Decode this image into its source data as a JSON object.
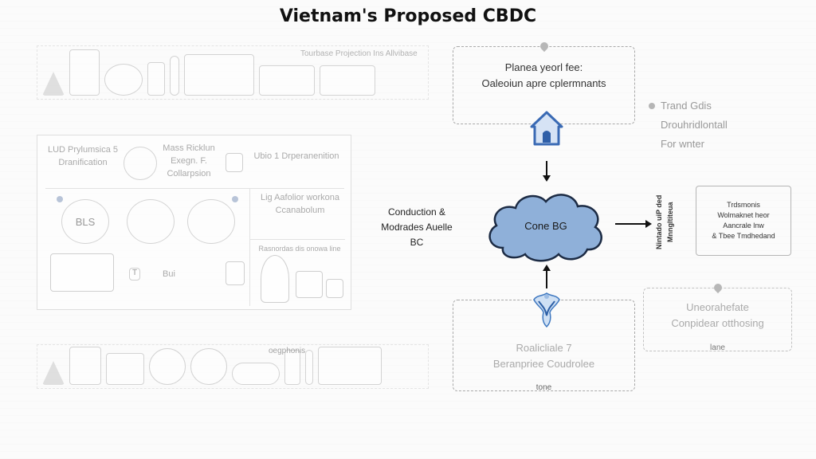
{
  "title": "Vietnam's Proposed CBDC",
  "top_strip": {
    "label": "Tourbase Projection Ins Allvibase"
  },
  "left_panel": {
    "cells": [
      "LUD Prylumsica 5 Dranification",
      "Mass Ricklun Exegn. F. Collarpsion",
      "Ubio 1 Drperanenition",
      "Lig Aafolior workona Ccanabolum",
      "Rasnordas dis onowa line"
    ],
    "ring_labels": [
      "BLS",
      "",
      ""
    ],
    "mini_labels": [
      "T",
      "Bui"
    ]
  },
  "bottom_strip": {
    "label": "oegphonis"
  },
  "diagram": {
    "top_box": {
      "line1": "Planea yeorl fee:",
      "line2": "Oaleoiun apre cplermnants"
    },
    "side_notes": [
      "Trand Gdis",
      "Drouhridlontall",
      "For wnter"
    ],
    "connector_label": {
      "line1": "Conduction &",
      "line2": "Modrades Auelle",
      "line3": "BC"
    },
    "cloud_label": "Cone BG",
    "vertical_label": {
      "line1": "Nintado uiP ded",
      "line2": "Mnngltiteua"
    },
    "right_box": {
      "lines": [
        "Trdsmonis",
        "Wolmaknet heor",
        "Aancrale lnw",
        "& Tbee Tmdhedand"
      ]
    },
    "bottom_box": {
      "line1": "Roalicliale 7",
      "line2": "Beranpriee Coudrolee",
      "footer": "tone"
    },
    "bottom_right_box": {
      "line1": "Uneorahefate",
      "line2": "Conpidear otthosing",
      "footer": "lane"
    },
    "colors": {
      "cloud_fill": "#8fb0d9",
      "cloud_stroke": "#1c2b44",
      "house_fill": "#7ea4d6",
      "house_stroke": "#3a6ab4"
    }
  }
}
